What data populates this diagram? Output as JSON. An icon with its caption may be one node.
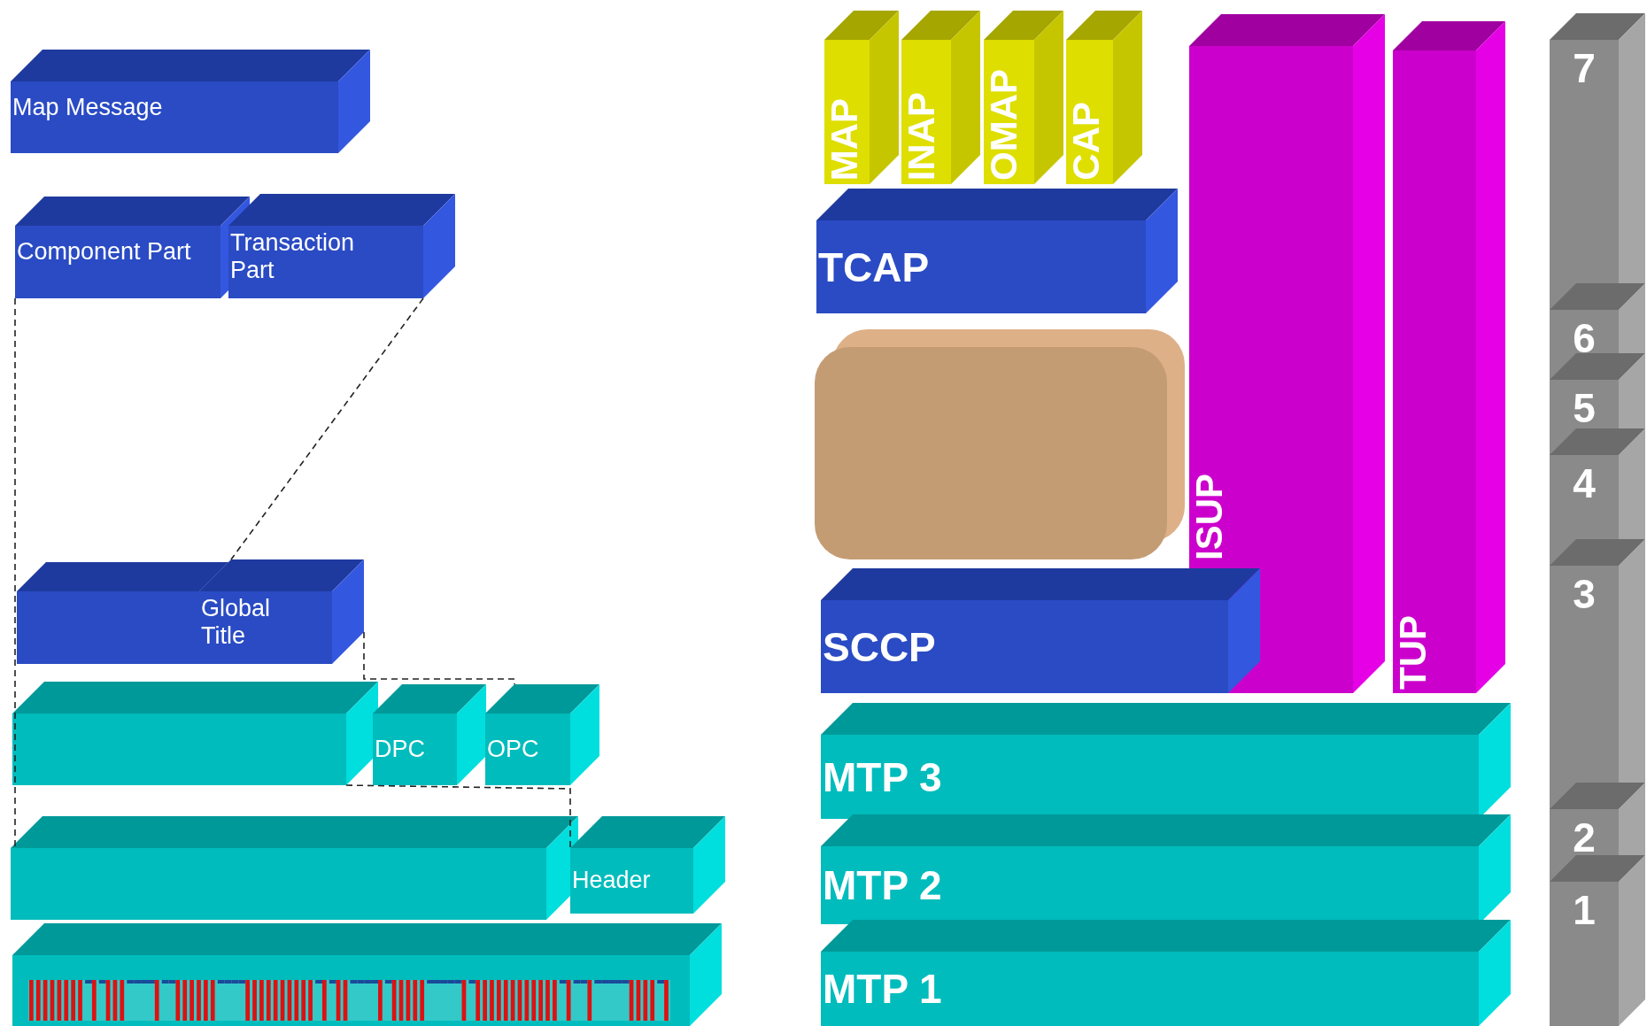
{
  "diagram": {
    "nodes": [
      {
        "text": [
          "Map Message"
        ]
      },
      {
        "text": [
          "Component Part"
        ]
      },
      {
        "text": [
          "Transaction Part"
        ]
      },
      {
        "text": [],
        "shape": "box"
      },
      {
        "text": [
          "Global Title"
        ]
      },
      {
        "text": [],
        "shape": "box"
      },
      {
        "text": [
          "DPC"
        ]
      },
      {
        "text": [
          "OPC"
        ]
      },
      {
        "text": [],
        "shape": "box"
      },
      {
        "text": [
          "Header"
        ]
      },
      {
        "text": [],
        "shape": "box"
      },
      {
        "text": [
          "MAP"
        ]
      },
      {
        "text": [
          "INAP"
        ]
      },
      {
        "text": [
          "OMAP"
        ]
      },
      {
        "text": [
          "CAP"
        ]
      },
      {
        "text": [
          "TCAP"
        ]
      },
      {
        "text": [],
        "shape": "box"
      },
      {
        "text": [
          "ISUP"
        ]
      },
      {
        "text": [
          "TUP"
        ]
      },
      {
        "text": [
          "SCCP"
        ]
      },
      {
        "text": [
          "MTP 3"
        ]
      },
      {
        "text": [
          "MTP 2"
        ]
      },
      {
        "text": [
          "MTP 1"
        ]
      },
      {
        "text": [
          "7"
        ]
      },
      {
        "text": [
          "6"
        ]
      },
      {
        "text": [
          "5"
        ]
      },
      {
        "text": [
          "4"
        ]
      },
      {
        "text": [
          "3"
        ]
      },
      {
        "text": [
          "2"
        ]
      },
      {
        "text": [
          "1"
        ]
      }
    ],
    "edges": [
      {
        "from": 1,
        "to": 8,
        "arrow": "none",
        "style": "dashed"
      },
      {
        "from": 2,
        "to": 4,
        "arrow": "none",
        "style": "dashed"
      },
      {
        "from": 4,
        "to": 7,
        "arrow": "none",
        "style": "dashed"
      },
      {
        "from": 5,
        "to": 9,
        "arrow": "none",
        "style": "dashed"
      }
    ]
  }
}
